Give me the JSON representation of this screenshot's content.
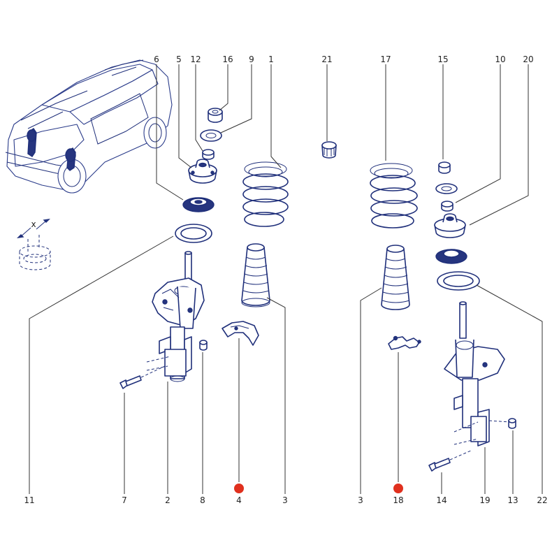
{
  "diagram": {
    "title": "Front suspension exploded view",
    "callouts": [
      {
        "id": "c11",
        "text": "11",
        "marked": false
      },
      {
        "id": "c7",
        "text": "7",
        "marked": false
      },
      {
        "id": "c2",
        "text": "2",
        "marked": false
      },
      {
        "id": "c8",
        "text": "8",
        "marked": false
      },
      {
        "id": "c4",
        "text": "4",
        "marked": true
      },
      {
        "id": "c3a",
        "text": "3",
        "marked": false
      },
      {
        "id": "c3b",
        "text": "3",
        "marked": false
      },
      {
        "id": "c18",
        "text": "18",
        "marked": true
      },
      {
        "id": "c14",
        "text": "14",
        "marked": false
      },
      {
        "id": "c19",
        "text": "19",
        "marked": false
      },
      {
        "id": "c13",
        "text": "13",
        "marked": false
      },
      {
        "id": "c22",
        "text": "22",
        "marked": false
      },
      {
        "id": "c6",
        "text": "6",
        "marked": false
      },
      {
        "id": "c5",
        "text": "5",
        "marked": false
      },
      {
        "id": "c12",
        "text": "12",
        "marked": false
      },
      {
        "id": "c16",
        "text": "16",
        "marked": false
      },
      {
        "id": "c9",
        "text": "9",
        "marked": false
      },
      {
        "id": "c1",
        "text": "1",
        "marked": false
      },
      {
        "id": "c21",
        "text": "21",
        "marked": false
      },
      {
        "id": "c17",
        "text": "17",
        "marked": false
      },
      {
        "id": "c15",
        "text": "15",
        "marked": false
      },
      {
        "id": "c10",
        "text": "10",
        "marked": false
      },
      {
        "id": "c20",
        "text": "20",
        "marked": false
      }
    ],
    "inset_label": "x",
    "colors": {
      "line": "#1f2f7a",
      "marker": "#e0301e",
      "text": "#222222"
    }
  }
}
